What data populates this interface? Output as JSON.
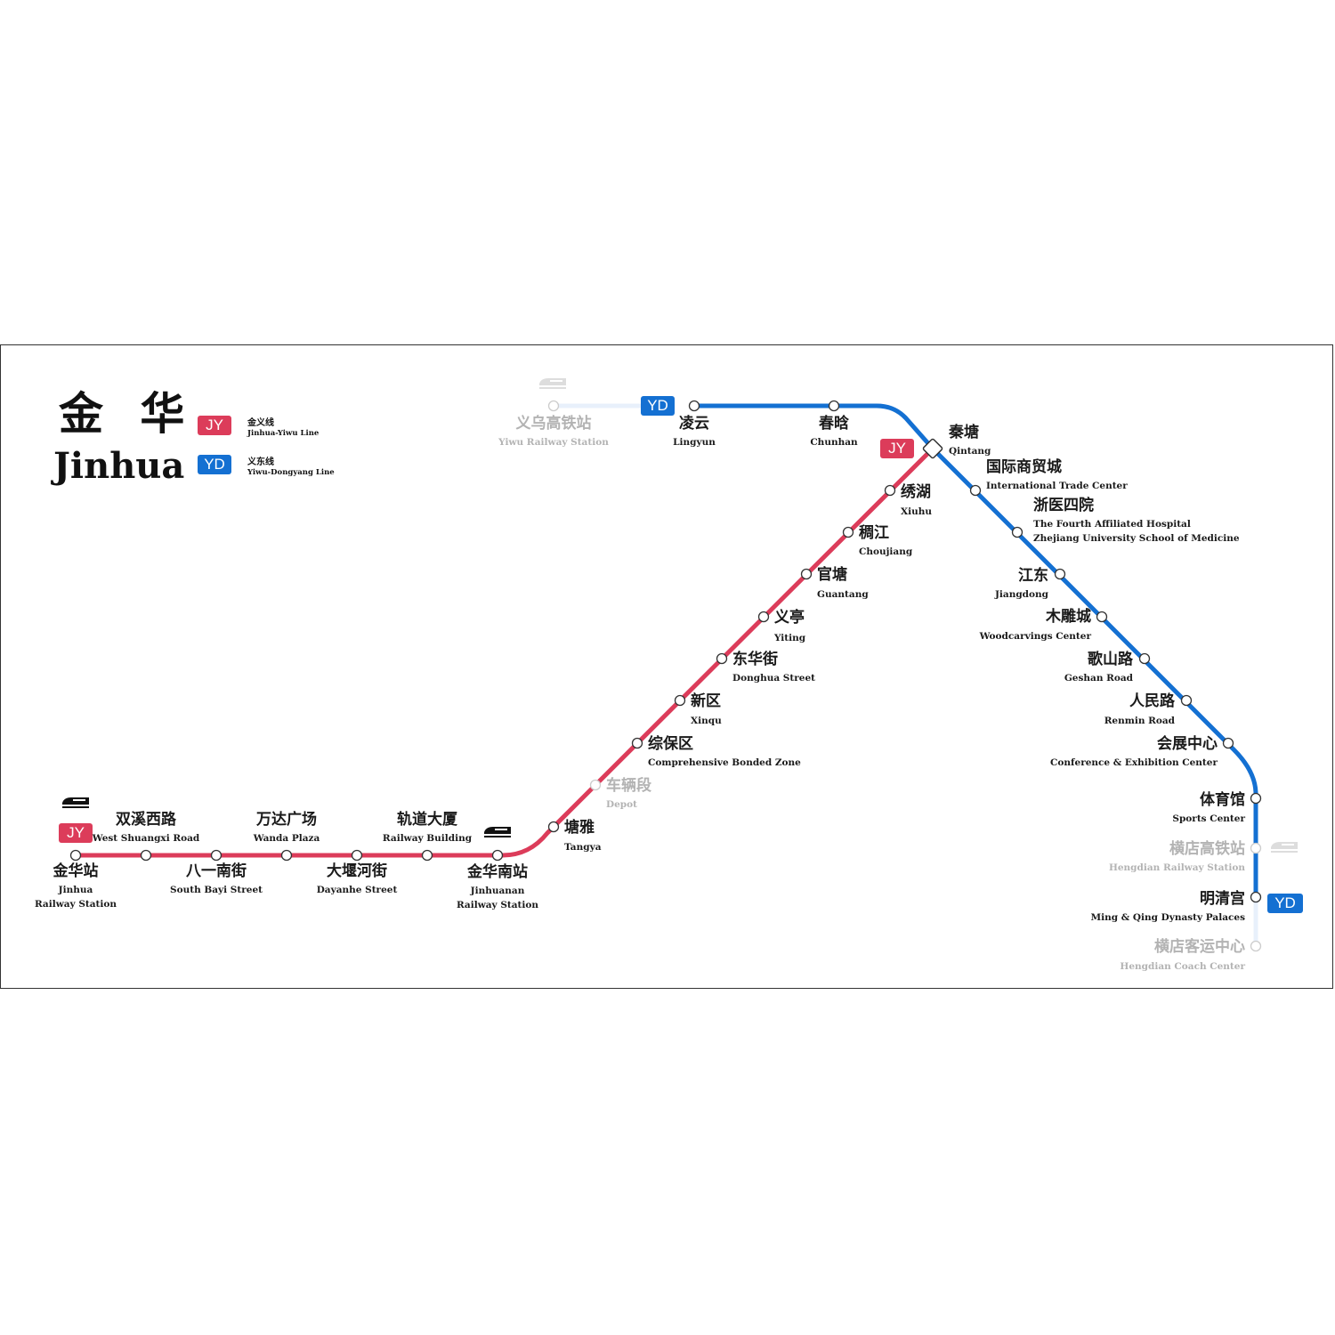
{
  "title": {
    "zh": "金 华",
    "en": "Jinhua"
  },
  "colors": {
    "jy": "#dc3c5a",
    "yd": "#1470d2",
    "faded": "#e8f0fb",
    "dim_text": "#b3b3b3"
  },
  "legend": [
    {
      "badge": "JY",
      "name_zh": "金义线",
      "name_en": "Jinhua-Yiwu Line",
      "color": "#dc3c5a"
    },
    {
      "badge": "YD",
      "name_zh": "义东线",
      "name_en": "Yiwu-Dongyang Line",
      "color": "#1470d2"
    }
  ],
  "line_badges": {
    "jy_west": "JY",
    "jy_qintang": "JY",
    "yd_north": "YD",
    "yd_south": "YD"
  },
  "icons": [
    "train-icon"
  ],
  "stations": {
    "jinhua_station": {
      "zh": "金华站",
      "en1": "Jinhua",
      "en2": "Railway Station"
    },
    "shuangxi": {
      "zh": "双溪西路",
      "en1": "West Shuangxi Road"
    },
    "bayi": {
      "zh": "八一南街",
      "en1": "South Bayi Street"
    },
    "wanda": {
      "zh": "万达广场",
      "en1": "Wanda Plaza"
    },
    "dayanhe": {
      "zh": "大堰河街",
      "en1": "Dayanhe Street"
    },
    "guidao": {
      "zh": "轨道大厦",
      "en1": "Railway Building"
    },
    "jinhuanan": {
      "zh": "金华南站",
      "en1": "Jinhuanan",
      "en2": "Railway Station"
    },
    "tangya": {
      "zh": "塘雅",
      "en1": "Tangya"
    },
    "depot": {
      "zh": "车辆段",
      "en1": "Depot"
    },
    "zongbao": {
      "zh": "综保区",
      "en1": "Comprehensive Bonded Zone"
    },
    "xinqu": {
      "zh": "新区",
      "en1": "Xinqu"
    },
    "donghua": {
      "zh": "东华街",
      "en1": "Donghua Street"
    },
    "yiting": {
      "zh": "义亭",
      "en1": "Yiting"
    },
    "guantang": {
      "zh": "官塘",
      "en1": "Guantang"
    },
    "choujiang": {
      "zh": "稠江",
      "en1": "Choujiang"
    },
    "xiuhu": {
      "zh": "绣湖",
      "en1": "Xiuhu"
    },
    "qintang": {
      "zh": "秦塘",
      "en1": "Qintang"
    },
    "yiwu_rail": {
      "zh": "义乌高铁站",
      "en1": "Yiwu Railway Station"
    },
    "lingyun": {
      "zh": "凌云",
      "en1": "Lingyun"
    },
    "chunhan": {
      "zh": "春晗",
      "en1": "Chunhan"
    },
    "trade": {
      "zh": "国际商贸城",
      "en1": "International Trade Center"
    },
    "hospital": {
      "zh": "浙医四院",
      "en1": "The Fourth Affiliated Hospital",
      "en2": "Zhejiang University School of Medicine"
    },
    "jiangdong": {
      "zh": "江东",
      "en1": "Jiangdong"
    },
    "woodcarving": {
      "zh": "木雕城",
      "en1": "Woodcarvings Center"
    },
    "geshan": {
      "zh": "歌山路",
      "en1": "Geshan Road"
    },
    "renmin": {
      "zh": "人民路",
      "en1": "Renmin Road"
    },
    "huizhan": {
      "zh": "会展中心",
      "en1": "Conference & Exhibition Center"
    },
    "sports": {
      "zh": "体育馆",
      "en1": "Sports Center"
    },
    "hengdian_rail": {
      "zh": "横店高铁站",
      "en1": "Hengdian Railway Station"
    },
    "mingqing": {
      "zh": "明清宫",
      "en1": "Ming & Qing Dynasty Palaces"
    },
    "hengdian_coach": {
      "zh": "横店客运中心",
      "en1": "Hengdian Coach Center"
    }
  }
}
